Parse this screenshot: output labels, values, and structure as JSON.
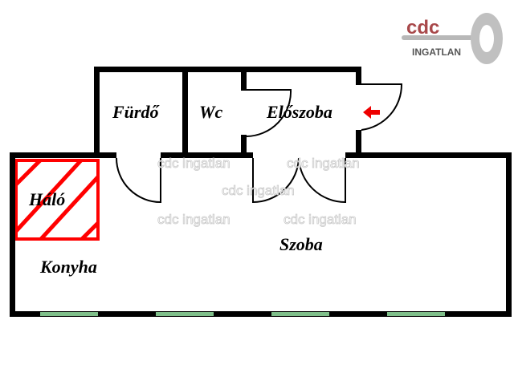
{
  "logo": {
    "brand": "cdc",
    "sub": "INGATLAN"
  },
  "rooms": {
    "furdo": "Fürdő",
    "wc": "Wc",
    "eloszoba": "Előszoba",
    "halo": "Háló",
    "konyha": "Konyha",
    "szoba": "Szoba"
  },
  "watermark": "cdc ingatlan",
  "colors": {
    "wall": "#000000",
    "hatch": "#ff0000",
    "window": "#7fbf8a",
    "arrow": "#e00000"
  }
}
